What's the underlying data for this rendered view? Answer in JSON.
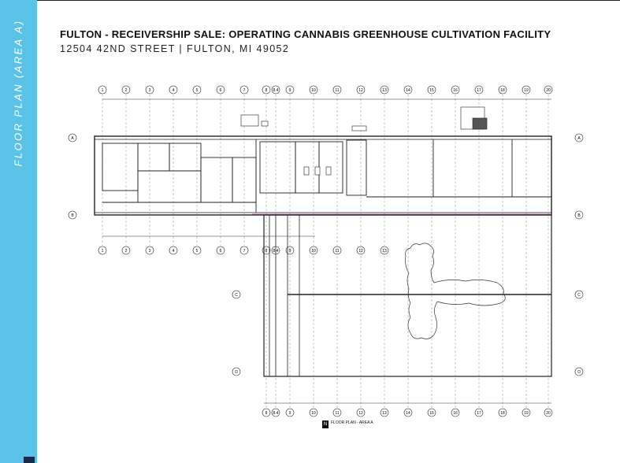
{
  "sidebar": {
    "label": "FLOOR PLAN (AREA A)",
    "color": "#5cc3e8"
  },
  "header": {
    "title": "FULTON - RECEIVERSHIP SALE: OPERATING CANNABIS GREENHOUSE CULTIVATION FACILITY",
    "address": "12504 42ND STREET | FULTON, MI 49052"
  },
  "floor_plan": {
    "caption": "FLOOR PLAN - AREA A",
    "north_marker": "N",
    "grid_columns": [
      "1",
      "2",
      "3",
      "4",
      "5",
      "6",
      "7",
      "8",
      "8.4",
      "9",
      "10",
      "11",
      "12",
      "13",
      "14",
      "15",
      "16",
      "17",
      "18",
      "19",
      "20"
    ],
    "bottom_columns": [
      "8",
      "8.4",
      "9",
      "10",
      "11",
      "12",
      "13",
      "14",
      "15",
      "16",
      "17",
      "18",
      "19",
      "20"
    ],
    "grid_rows_top": [
      "A",
      "B"
    ],
    "grid_rows_lower": [
      "C",
      "D"
    ]
  }
}
